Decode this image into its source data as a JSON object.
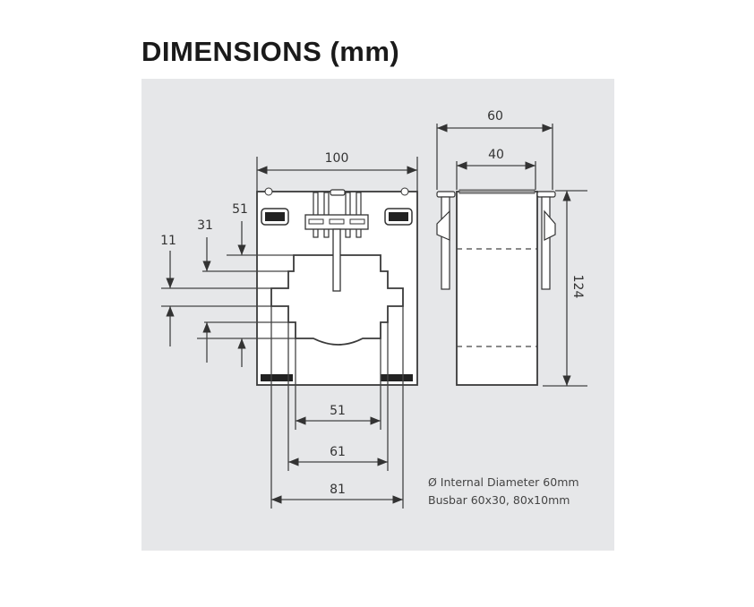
{
  "title": "DIMENSIONS (mm)",
  "colors": {
    "panel": "#e6e7e9",
    "line": "#3a3a3a",
    "text": "#333333"
  },
  "front_view": {
    "width_label": "100",
    "window_offsets": [
      "51",
      "31",
      "11"
    ],
    "bottom_dims": [
      "51",
      "61",
      "81"
    ]
  },
  "side_view": {
    "outer_width_label": "60",
    "inner_width_label": "40",
    "height_label": "124"
  },
  "notes": {
    "line1": "Ø Internal Diameter 60mm",
    "line2": "Busbar 60x30, 80x10mm"
  }
}
